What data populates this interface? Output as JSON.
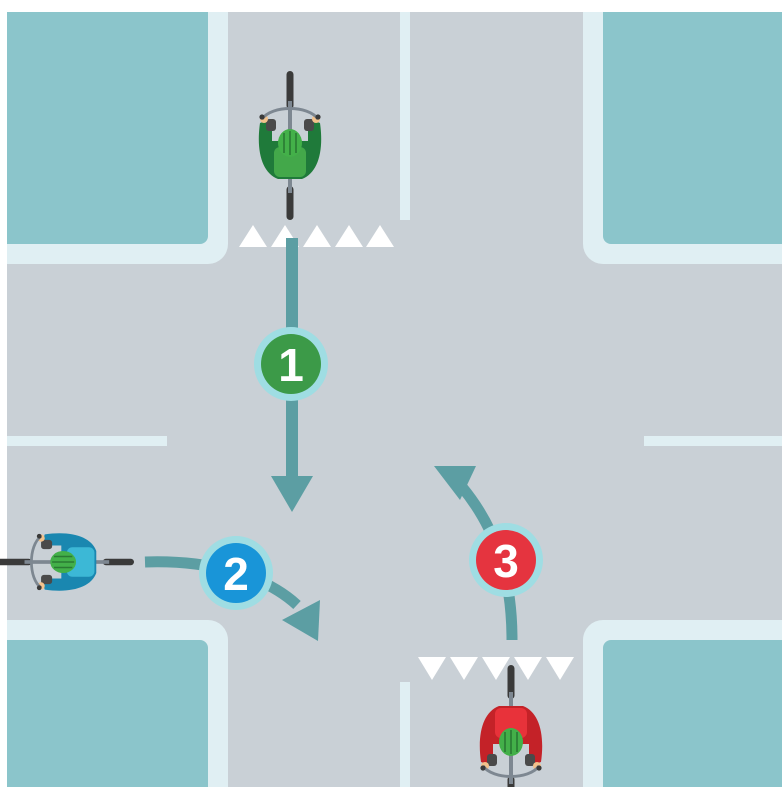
{
  "diagram": {
    "colors": {
      "road": "#c9d0d6",
      "block": "#8bc5cb",
      "curb": "#e0eff3",
      "lane_line": "#e0eff3",
      "arrow": "#5c9ea3",
      "yield_mark": "#ffffff",
      "badge_ring": "#9fdde3"
    },
    "steps": [
      {
        "label": "1",
        "color": "#3c9a48"
      },
      {
        "label": "2",
        "color": "#1995d8"
      },
      {
        "label": "3",
        "color": "#e5343f"
      }
    ],
    "cyclists": [
      {
        "name": "north",
        "shirt": "#43a84a",
        "jacket": "#1f7a3a",
        "helmet": "#43b049",
        "heading": "south"
      },
      {
        "name": "west",
        "shirt": "#3cb8d6",
        "jacket": "#1a87b0",
        "helmet": "#43b049",
        "heading": "east"
      },
      {
        "name": "south",
        "shirt": "#e8323a",
        "jacket": "#c42228",
        "helmet": "#43b049",
        "heading": "north"
      }
    ]
  }
}
